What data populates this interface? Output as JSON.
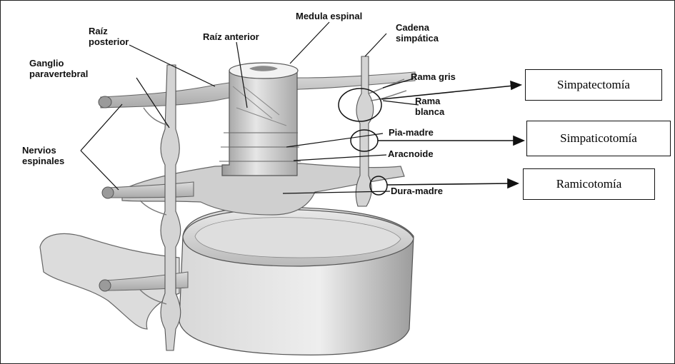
{
  "diagram": {
    "labels": {
      "raiz_posterior": "Raíz\nposterior",
      "raiz_anterior": "Raíz anterior",
      "medula_espinal": "Medula espinal",
      "cadena_simpatica": "Cadena\nsimpática",
      "ganglio_paravertebral": "Ganglio\nparavertebral",
      "rama_gris": "Rama gris",
      "rama_blanca": "Rama\nblanca",
      "pia_madre": "Pia-madre",
      "aracnoide": "Aracnoide",
      "dura_madre": "Dura-madre",
      "nervios_espinales": "Nervios\nespinales"
    },
    "procedures": {
      "simpatectomia": "Simpatectomía",
      "simpaticotomia": "Simpaticotomía",
      "ramicotomia": "Ramicotomía"
    },
    "colors": {
      "tissue_light": "#eeeeee",
      "tissue_mid": "#c8c8c8",
      "tissue_dark": "#8f8f8f",
      "outline": "#555555",
      "line": "#111111"
    }
  }
}
